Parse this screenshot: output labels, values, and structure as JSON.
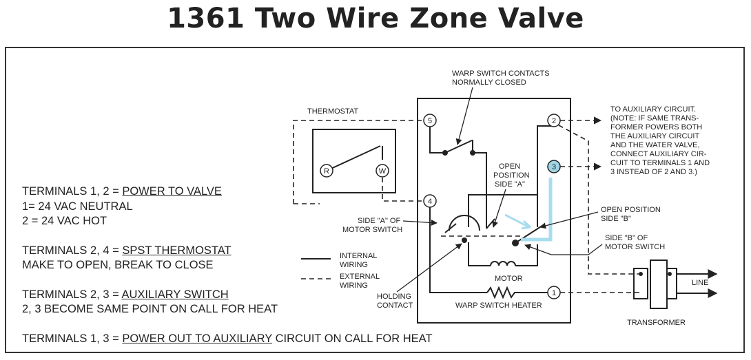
{
  "title": "1361 Two Wire Zone Valve",
  "legend": {
    "power_prefix": "TERMINALS 1, 2 = ",
    "power_link": "POWER TO VALVE",
    "neutral": "1= 24 VAC NEUTRAL",
    "hot": "2 = 24 VAC HOT",
    "thermo_prefix": "TERMINALS 2, 4 = ",
    "thermo_link": "SPST THERMOSTAT",
    "thermo_desc": "MAKE TO OPEN, BREAK TO CLOSE",
    "aux_prefix": "TERMINALS 2, 3 = ",
    "aux_link": "AUXILIARY SWITCH",
    "aux_desc": "2, 3 BECOME SAME POINT ON CALL FOR HEAT",
    "out_prefix": "TERMINALS 1, 3 = ",
    "out_link": "POWER OUT TO AUXILIARY",
    "out_suffix": " CIRCUIT ON CALL FOR HEAT"
  },
  "labels": {
    "thermostat": "THERMOSTAT",
    "thermostat_r": "R",
    "thermostat_w": "W",
    "warp_contacts_1": "WARP SWITCH CONTACTS",
    "warp_contacts_2": "NORMALLY CLOSED",
    "open_a_1": "OPEN",
    "open_a_2": "POSITION",
    "open_a_3": "SIDE \"A\"",
    "side_a_1": "SIDE \"A\" OF",
    "side_a_2": "MOTOR SWITCH",
    "open_b_1": "OPEN POSITION",
    "open_b_2": "SIDE \"B\"",
    "side_b_1": "SIDE \"B\" OF",
    "side_b_2": "MOTOR SWITCH",
    "internal_1": "INTERNAL",
    "internal_2": "WIRING",
    "external_1": "EXTERNAL",
    "external_2": "WIRING",
    "holding_1": "HOLDING",
    "holding_2": "CONTACT",
    "motor": "MOTOR",
    "warp_heater": "WARP SWITCH HEATER",
    "transformer": "TRANSFORMER",
    "line": "LINE",
    "aux_note": [
      "TO AUXILIARY CIRCUIT.",
      "(NOTE: IF SAME TRANS-",
      "FORMER POWERS BOTH",
      "THE AUXILIARY CIRCUIT",
      "AND THE WATER VALVE,",
      "CONNECT AUXILIARY CIR-",
      "CUIT TO TERMINALS 1 AND",
      "3 INSTEAD OF 2 AND 3.)"
    ],
    "t1": "1",
    "t2": "2",
    "t3": "3",
    "t4": "4",
    "t5": "5"
  },
  "colors": {
    "terminal3_fill": "#9fd3e6",
    "aux_highlight": "#a9dcee"
  }
}
